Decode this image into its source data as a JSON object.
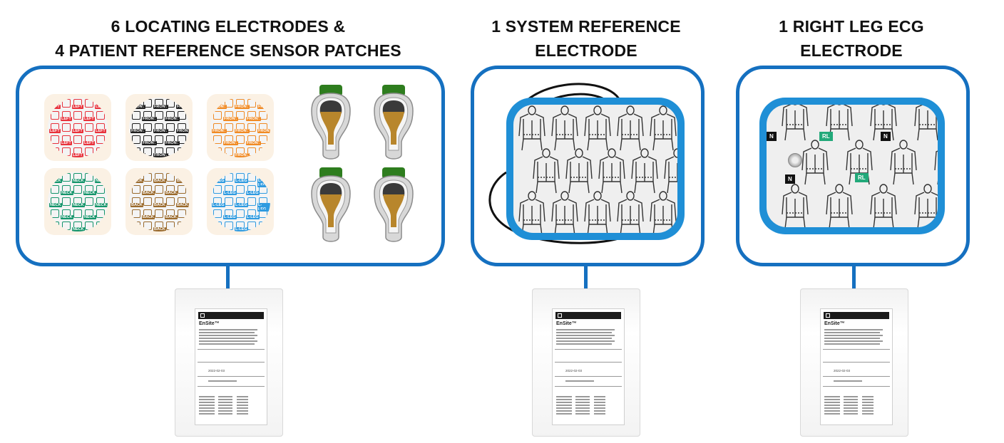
{
  "groups": [
    {
      "title_lines": [
        "6 LOCATING ELECTRODES &",
        "4 PATIENT REFERENCE SENSOR PATCHES"
      ],
      "discs": [
        {
          "label": "LEFT",
          "color": "#e8313b"
        },
        {
          "label": "FRONT",
          "color": "#1f1f1f"
        },
        {
          "label": "FRONT",
          "color": "#f08a24"
        },
        {
          "label": "NECK",
          "color": "#14946a"
        },
        {
          "label": "BACK",
          "color": "#9a6a2c"
        },
        {
          "label": "L-LEG",
          "color": "#2f9be0"
        }
      ],
      "sensor_count": 4
    },
    {
      "title_lines": [
        "1 SYSTEM REFERENCE",
        "ELECTRODE"
      ]
    },
    {
      "title_lines": [
        "1 RIGHT LEG ECG",
        "ELECTRODE"
      ],
      "tags": [
        "RL",
        "RL",
        "N",
        "N",
        "N"
      ]
    }
  ],
  "package": {
    "brand": "EnSite™",
    "date": "2022-02-03"
  },
  "colors": {
    "box_border": "#1570c0",
    "pad_frame": "#1f8fd6",
    "sensor_cap": "#2e7d1e",
    "sensor_gel": "#b8862c",
    "rl_tag": "#22a97a"
  }
}
